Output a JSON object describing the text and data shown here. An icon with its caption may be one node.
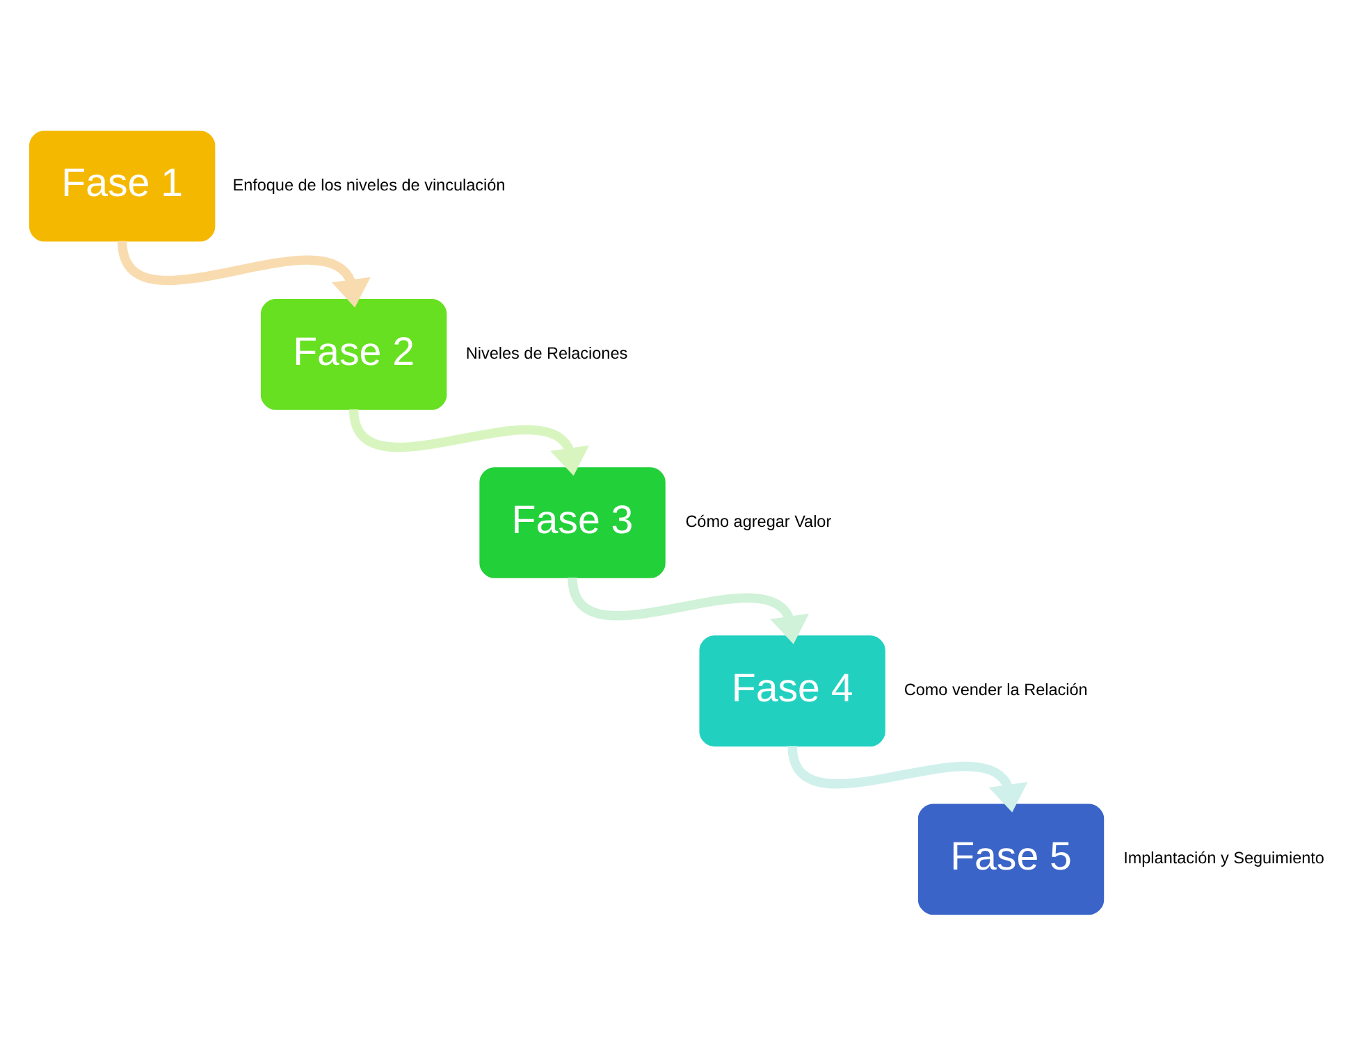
{
  "diagram": {
    "nodes": [
      {
        "text": [
          "Fase 1"
        ],
        "beside": [
          "Enfoque de los niveles de vinculación"
        ]
      },
      {
        "text": [
          "Fase 2"
        ],
        "beside": [
          "Niveles de Relaciones"
        ]
      },
      {
        "text": [
          "Fase 3"
        ],
        "beside": [
          "Cómo agregar Valor"
        ]
      },
      {
        "text": [
          "Fase 4"
        ],
        "beside": [
          "Como vender la Relación"
        ]
      },
      {
        "text": [
          "Fase 5"
        ],
        "beside": [
          "Implantación y Seguimiento"
        ]
      }
    ],
    "edges": [
      {
        "from": 0,
        "to": 1,
        "arrow": "to",
        "color": "#f8dcb0"
      },
      {
        "from": 1,
        "to": 2,
        "arrow": "to",
        "color": "#d8f5c0"
      },
      {
        "from": 2,
        "to": 3,
        "arrow": "to",
        "color": "#d0f2d8"
      },
      {
        "from": 3,
        "to": 4,
        "arrow": "to",
        "color": "#d0f0ec"
      }
    ]
  }
}
